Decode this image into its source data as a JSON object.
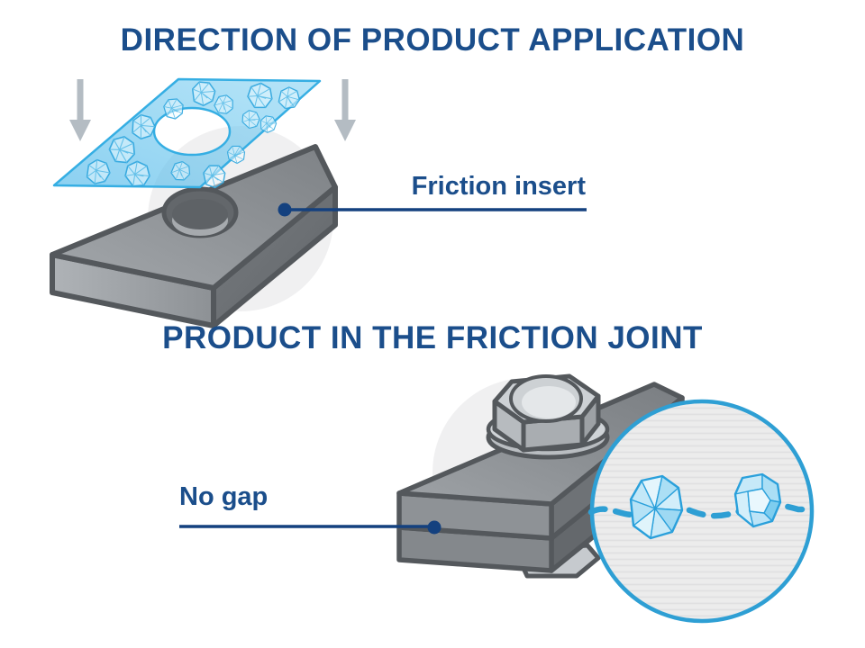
{
  "titles": {
    "application": "DIRECTION OF PRODUCT APPLICATION",
    "joint": "PRODUCT IN THE FRICTION JOINT"
  },
  "callouts": {
    "friction_insert": "Friction insert",
    "no_gap": "No gap"
  },
  "colors": {
    "title_text": "#1B4E8B",
    "callout_line": "#14417F",
    "product_blue": "#2AA0DB",
    "dash_blue": "#2E9FD4",
    "steel_outline": "#54585C",
    "steel_gray": "#8E9296",
    "sheet_blue": "#56C1F0",
    "arrow_gray": "#B4BCC3",
    "soft_circle_gray": "#F0F0F1",
    "background": "#FFFFFF"
  },
  "icons": {
    "down_arrow": "down-arrow-icon",
    "crystal": "crystal-icon",
    "magnifier": "magnifier-circle"
  }
}
